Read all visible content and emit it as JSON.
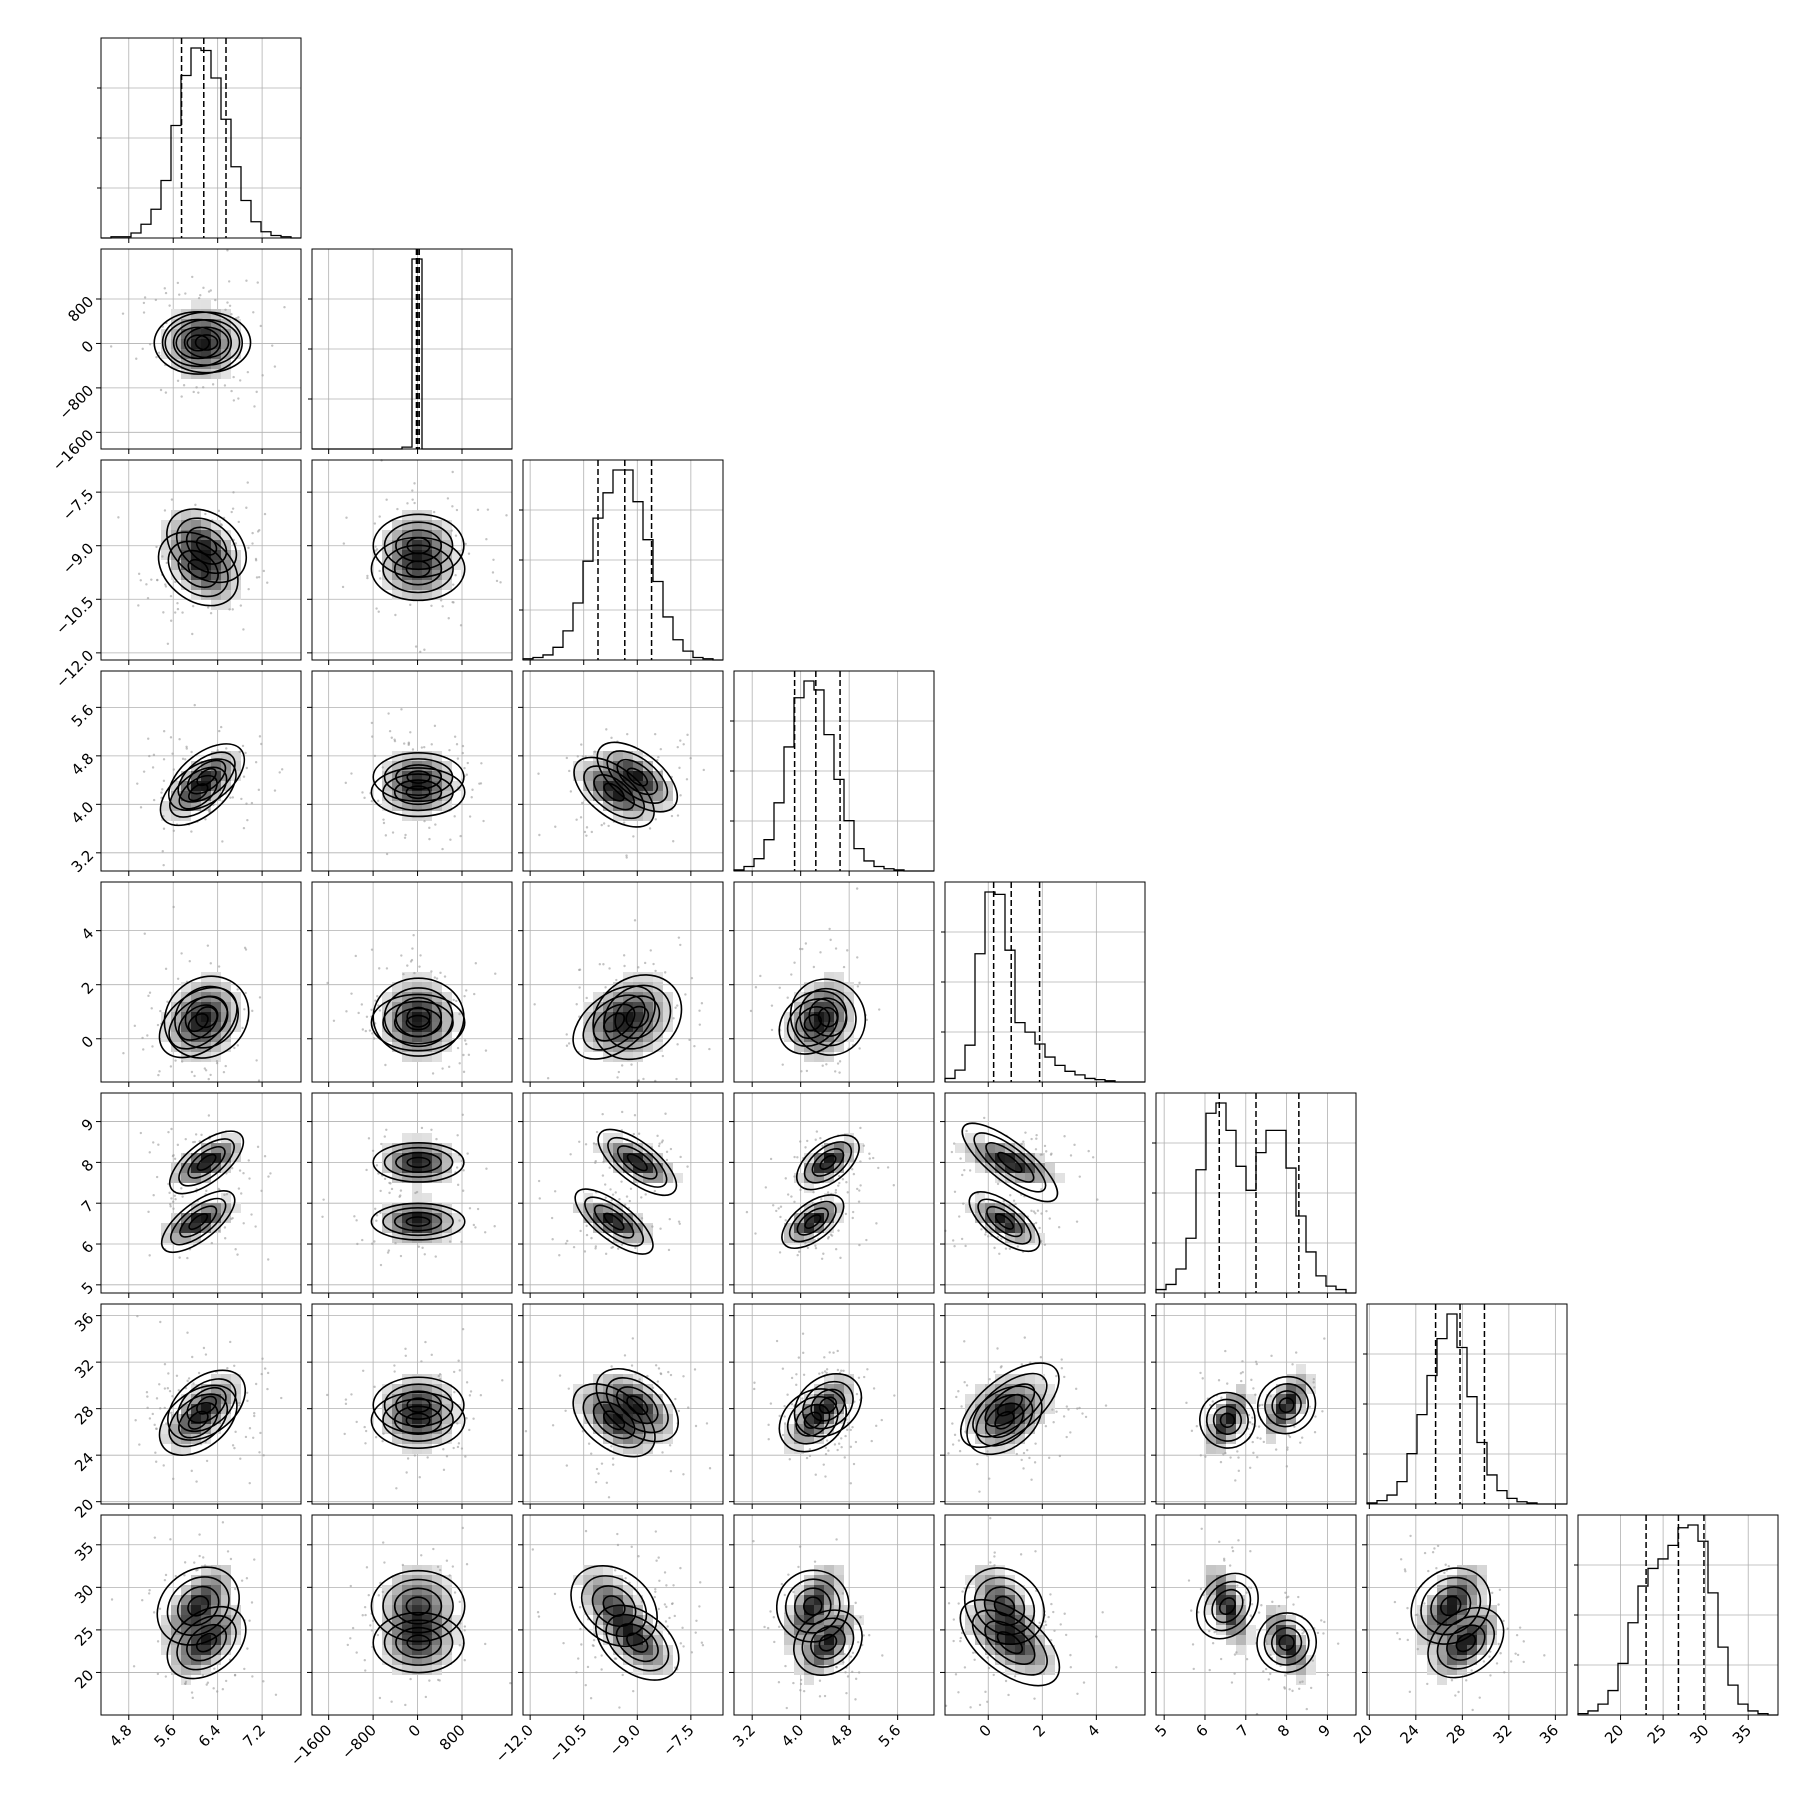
{
  "chart_data": {
    "type": "corner",
    "n_params": 8,
    "hist_bins": 20,
    "grid": true,
    "params": [
      {
        "range": [
          4.3,
          7.9
        ],
        "ticks": [
          4.8,
          5.6,
          6.4,
          7.2
        ],
        "tick_labels": [
          "4.8",
          "5.6",
          "6.4",
          "7.2"
        ],
        "quantiles": [
          5.75,
          6.15,
          6.55
        ]
      },
      {
        "range": [
          -1900,
          1700
        ],
        "ticks": [
          -1600,
          -800,
          0,
          800
        ],
        "tick_labels": [
          "−1600",
          "−800",
          "0",
          "800"
        ],
        "quantiles": [
          -20,
          0,
          30
        ]
      },
      {
        "range": [
          -12.2,
          -6.6
        ],
        "ticks": [
          -12.0,
          -10.5,
          -9.0,
          -7.5
        ],
        "tick_labels": [
          "−12.0",
          "−10.5",
          "−9.0",
          "−7.5"
        ],
        "quantiles": [
          -10.1,
          -9.35,
          -8.6
        ]
      },
      {
        "range": [
          2.9,
          6.2
        ],
        "ticks": [
          3.2,
          4.0,
          4.8,
          5.6
        ],
        "tick_labels": [
          "3.2",
          "4.0",
          "4.8",
          "5.6"
        ],
        "quantiles": [
          3.9,
          4.25,
          4.65
        ]
      },
      {
        "range": [
          -1.6,
          5.8
        ],
        "ticks": [
          0,
          2,
          4
        ],
        "tick_labels": [
          "0",
          "2",
          "4"
        ],
        "quantiles": [
          0.2,
          0.85,
          1.9
        ]
      },
      {
        "range": [
          4.8,
          9.7
        ],
        "ticks": [
          5,
          6,
          7,
          8,
          9
        ],
        "tick_labels": [
          "5",
          "6",
          "7",
          "8",
          "9"
        ],
        "quantiles": [
          6.35,
          7.25,
          8.3
        ]
      },
      {
        "range": [
          19.8,
          37.0
        ],
        "ticks": [
          20,
          24,
          28,
          32,
          36
        ],
        "tick_labels": [
          "20",
          "24",
          "28",
          "32",
          "36"
        ],
        "quantiles": [
          25.7,
          27.8,
          29.9
        ]
      },
      {
        "range": [
          15.0,
          38.5
        ],
        "ticks": [
          20,
          25,
          30,
          35
        ],
        "tick_labels": [
          "20",
          "25",
          "30",
          "35"
        ],
        "quantiles": [
          23.0,
          26.8,
          29.8
        ]
      }
    ],
    "histograms": [
      [
        0,
        1,
        1,
        4,
        11,
        23,
        46,
        90,
        130,
        152,
        150,
        128,
        95,
        57,
        30,
        13,
        5,
        2,
        1,
        0
      ],
      [
        0,
        0,
        0,
        0,
        0,
        0,
        0,
        0,
        0,
        2,
        200,
        0,
        0,
        0,
        0,
        0,
        0,
        0,
        0,
        0
      ],
      [
        1,
        2,
        4,
        10,
        23,
        45,
        78,
        112,
        132,
        150,
        150,
        125,
        95,
        62,
        34,
        16,
        7,
        2,
        1,
        0
      ],
      [
        1,
        4,
        11,
        28,
        61,
        111,
        155,
        170,
        162,
        122,
        82,
        45,
        20,
        9,
        4,
        2,
        1,
        0,
        0,
        0
      ],
      [
        3,
        10,
        31,
        108,
        160,
        158,
        111,
        50,
        42,
        32,
        21,
        14,
        9,
        6,
        3,
        2,
        1,
        0,
        0,
        0
      ],
      [
        2,
        5,
        14,
        32,
        72,
        105,
        111,
        95,
        74,
        60,
        82,
        95,
        95,
        73,
        45,
        24,
        10,
        4,
        2,
        0
      ],
      [
        1,
        3,
        8,
        20,
        45,
        80,
        115,
        148,
        170,
        140,
        96,
        55,
        26,
        12,
        5,
        2,
        1,
        0,
        0,
        0
      ],
      [
        1,
        3,
        8,
        18,
        38,
        68,
        95,
        108,
        115,
        125,
        138,
        140,
        128,
        90,
        50,
        22,
        8,
        3,
        1,
        0
      ]
    ],
    "joint_modes": [
      [],
      [
        {
          "i": 0,
          "j": 1,
          "w": 1.0
        }
      ],
      [
        {
          "i": 0,
          "j": 2,
          "w": 1.0
        }
      ],
      [
        {
          "i": 0,
          "j": 3,
          "w": 1.0
        },
        {
          "i": 2,
          "j": 3,
          "w": 1.0
        }
      ],
      [
        {
          "i": 0,
          "j": 4,
          "w": 1.0
        }
      ],
      [
        {
          "i": 0,
          "j": 5,
          "w": 0.5
        },
        {
          "i": 0,
          "j": 5,
          "w": 0.5
        }
      ],
      [
        {
          "i": 0,
          "j": 6,
          "w": 1.0
        },
        {
          "i": 2,
          "j": 6,
          "w": 0.5
        },
        {
          "i": 5,
          "j": 6,
          "w": 0.5
        }
      ],
      [
        {
          "i": 0,
          "j": 7,
          "w": 1.0
        },
        {
          "i": 3,
          "j": 7,
          "w": 0.5
        },
        {
          "i": 5,
          "j": 7,
          "w": 0.5
        },
        {
          "i": 6,
          "j": 7,
          "w": 0.6
        }
      ]
    ],
    "modes": [
      {
        "m": [
          6.05,
          9.15,
          -9.65,
          4.2,
          0.6,
          6.55,
          27.0,
          27.8
        ],
        "s": [
          0.33,
          350,
          0.55,
          0.25,
          0.65,
          0.28,
          1.5,
          2.6
        ],
        "w": 0.5
      },
      {
        "m": [
          6.2,
          18.0,
          -9.0,
          4.45,
          0.8,
          8.0,
          28.3,
          23.5
        ],
        "s": [
          0.33,
          340,
          0.55,
          0.25,
          0.9,
          0.3,
          1.5,
          2.2
        ],
        "w": 0.5
      }
    ]
  }
}
